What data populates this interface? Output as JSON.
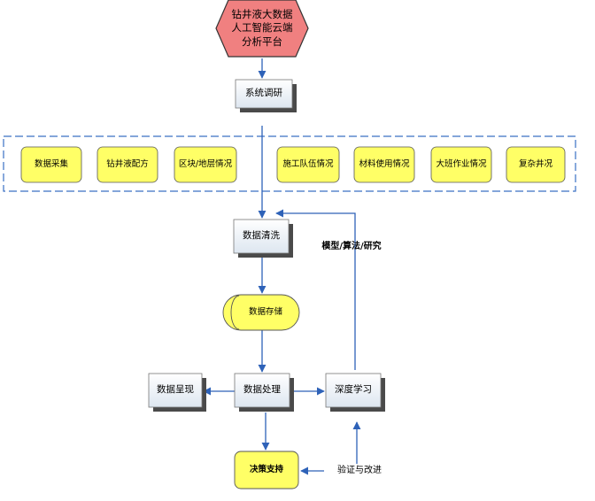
{
  "diagram": {
    "top_title": {
      "line1": "钻井液大数据",
      "line2": "人工智能云端",
      "line3": "分析平台"
    },
    "system_research": "系统调研",
    "research_items": [
      "数据采集",
      "钻井液配方",
      "区块/地层情况",
      "施工队伍情况",
      "材料使用情况",
      "大班作业情况",
      "复杂井况"
    ],
    "data_cleaning": "数据清洗",
    "data_storage": "数据存储",
    "data_display": "数据呈现",
    "data_processing": "数据处理",
    "deep_learning": "深度学习",
    "decision_support": "决策支持",
    "label_model": "模型/算法/研究",
    "label_verify": "验证与改进"
  },
  "colors": {
    "hexagon_fill": "#f08080",
    "yellow_fill": "#ffff66",
    "box_fill": "#eef3f8",
    "shadow": "#4a4a4a",
    "arrow": "#2e62b8",
    "dashed_border": "#3a70c4"
  }
}
